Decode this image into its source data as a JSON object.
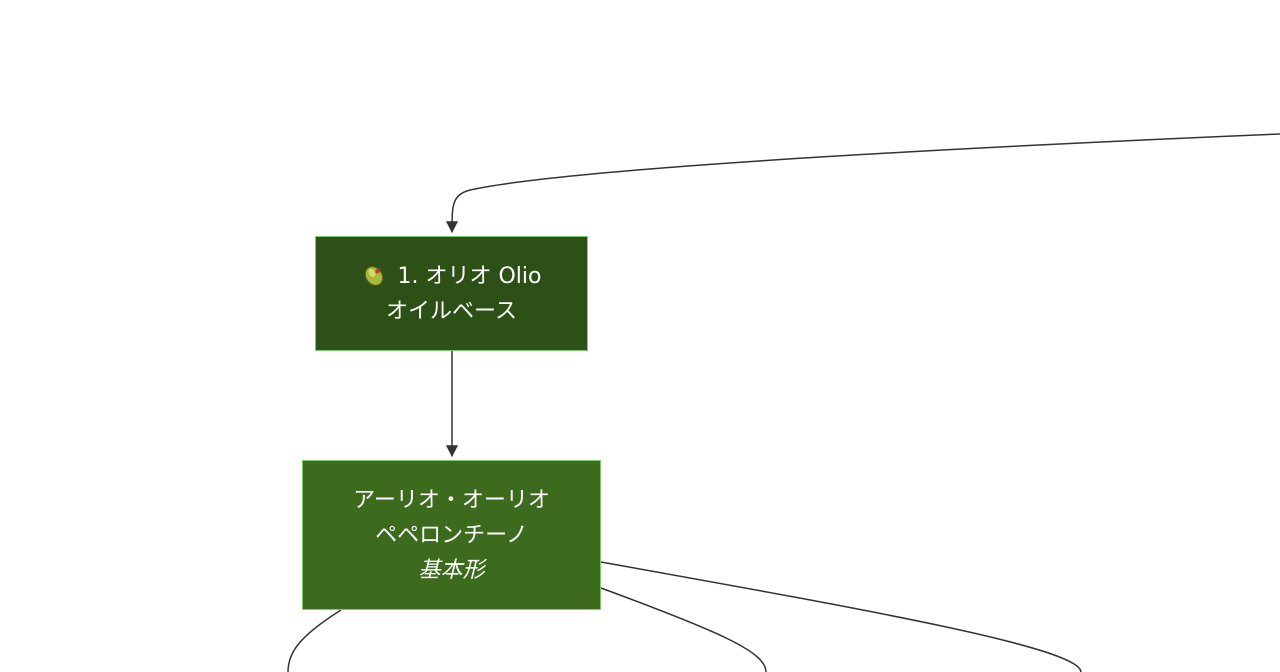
{
  "diagram": {
    "type": "flowchart",
    "nodes": [
      {
        "id": "olio",
        "icon": "olive-icon",
        "title": "1. オリオ Olio",
        "subtitle": "オイルベース",
        "fill": "#2d5016",
        "border": "#7ccd6e"
      },
      {
        "id": "aglio",
        "line1": "アーリオ・オーリオ",
        "line2": "ペペロンチーノ",
        "line3": "基本形",
        "fill": "#3c6b1e",
        "border": "#7ccd6e"
      }
    ],
    "edges": [
      {
        "from": "offscreen-top-right",
        "to": "olio"
      },
      {
        "from": "olio",
        "to": "aglio"
      },
      {
        "from": "aglio",
        "to": "offscreen-bottom-left"
      },
      {
        "from": "aglio",
        "to": "offscreen-bottom-center"
      },
      {
        "from": "aglio",
        "to": "offscreen-bottom-right"
      }
    ],
    "edge_color": "#333333"
  }
}
